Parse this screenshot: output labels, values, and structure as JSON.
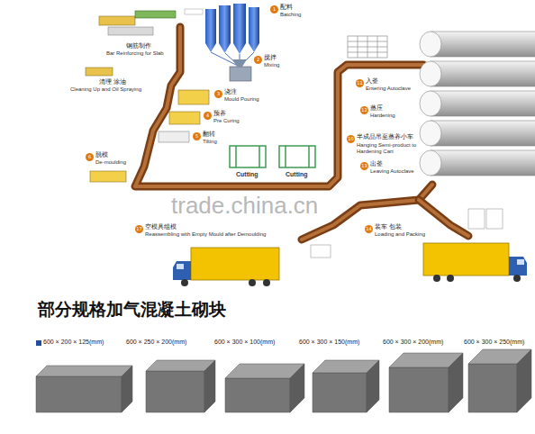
{
  "diagram": {
    "title": "部分规格加气混凝土砌块",
    "labels": [
      "1",
      "配料",
      "Batching",
      "2",
      "搅拌",
      "Mixing",
      "钢筋制作",
      "Bar Reinforcing for Slab",
      "清理 涂油",
      "Cleaning Up and Oil Spraying",
      "3",
      "浇注",
      "Mould Pouring",
      "4",
      "预养",
      "Pre Curing",
      "5",
      "翻转",
      "Tilting",
      "6",
      "脱模",
      "De-moulding",
      "Cutting",
      "Cutting",
      "trade.china.cn",
      "17",
      "空模具组模",
      "Reassembling with Empty Mould after Demoulding",
      "10",
      "半成品吊至蒸养小车",
      "Hanging Semi-product to Hardening Cart",
      "11",
      "入釜",
      "Entering Autoclave",
      "12",
      "蒸压",
      "Hardening",
      "13",
      "出釜",
      "Leaving Autoclave",
      "14",
      "装车 包装",
      "Loading and Packing",
      "600 × 200 × 125(mm)",
      "600 × 250 × 200(mm)",
      "600 × 300 × 100(mm)",
      "600 × 300 × 150(mm)",
      "600 × 300 × 200(mm)",
      "600 × 300 × 250(mm)"
    ]
  }
}
